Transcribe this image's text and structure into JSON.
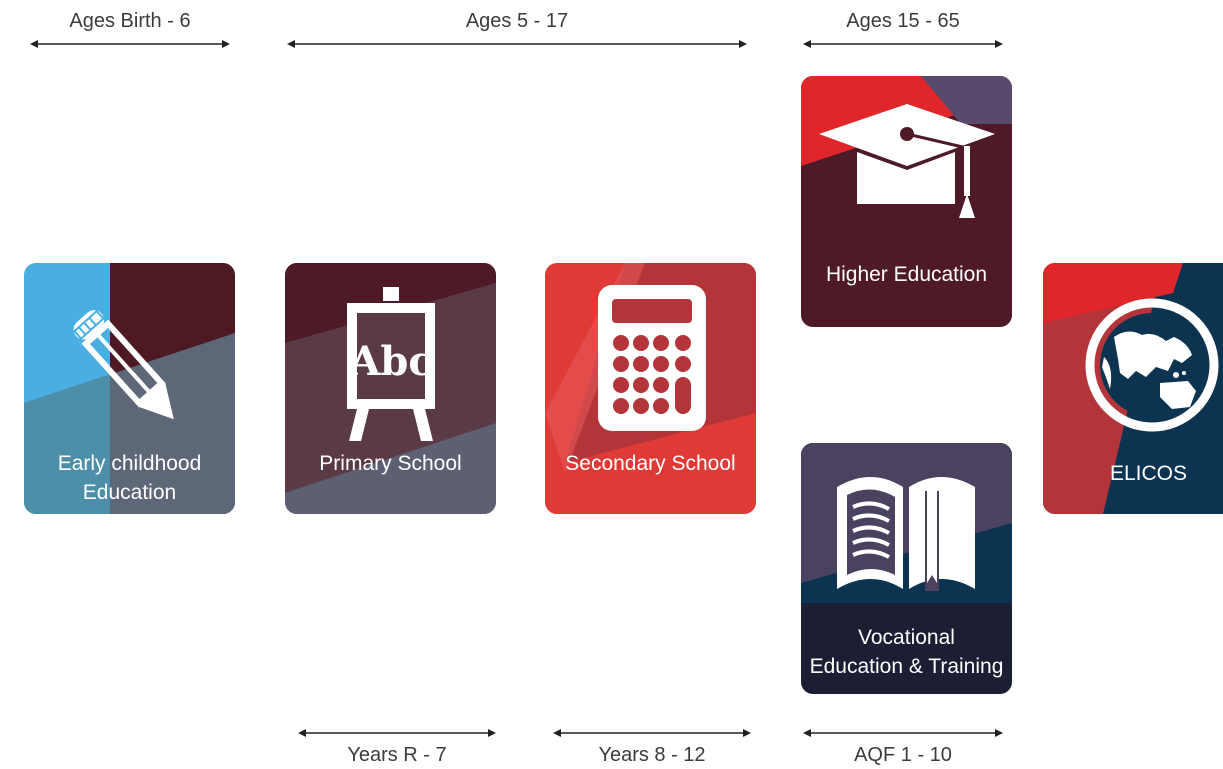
{
  "age_ranges": {
    "early": "Ages Birth - 6",
    "school": "Ages 5 - 17",
    "adult": "Ages 15 - 65"
  },
  "year_ranges": {
    "primary": "Years R - 7",
    "secondary": "Years 8 - 12",
    "aqf": "AQF 1 - 10"
  },
  "tiles": {
    "early_childhood": {
      "line1": "Early childhood",
      "line2": "Education",
      "icon": "pencil-icon"
    },
    "primary": {
      "label": "Primary School",
      "icon": "easel-abc-icon"
    },
    "secondary": {
      "label": "Secondary School",
      "icon": "calculator-icon"
    },
    "higher": {
      "label": "Higher Education",
      "icon": "graduation-cap-icon"
    },
    "vocational": {
      "line1": "Vocational",
      "line2": "Education & Training",
      "icon": "open-book-icon"
    },
    "elicos": {
      "label": "ELICOS",
      "icon": "globe-icon"
    }
  },
  "colors": {
    "light_blue": "#4aaee0",
    "maroon": "#4f1a27",
    "red": "#e03a36",
    "navy": "#0c3350",
    "slate": "#5d6072"
  }
}
